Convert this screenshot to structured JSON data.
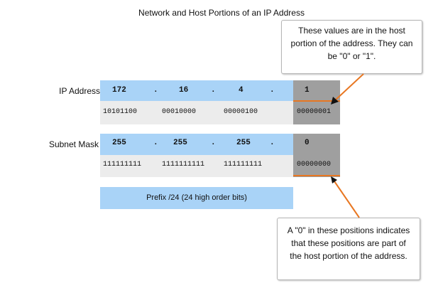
{
  "title": "Network and Host Portions of an IP Address",
  "ip_row": {
    "label": "IP Address",
    "octets": [
      "172",
      "16",
      "4",
      "1"
    ],
    "dots": [
      ".",
      ".",
      "."
    ],
    "binary": [
      "10101100",
      "00010000",
      "00000100",
      "00000001"
    ]
  },
  "mask_row": {
    "label": "Subnet Mask",
    "octets": [
      "255",
      "255",
      "255",
      "0"
    ],
    "dots": [
      ".",
      ".",
      "."
    ],
    "binary": [
      "111111111",
      "1111111111",
      "111111111",
      "00000000"
    ]
  },
  "prefix_label": "Prefix /24 (24 high order bits)",
  "callout_top": {
    "lines": [
      "These values are in the host",
      "portion of the address. They can",
      "be \"0\" or \"1\"."
    ]
  },
  "callout_bottom": {
    "lines": [
      "A \"0\" in these positions indicates",
      "that these positions are part of",
      "the host portion of the address."
    ]
  },
  "colors": {
    "network_band": "#a9d3f7",
    "binary_band": "#ececec",
    "host_portion": "#9f9f9f",
    "accent_line": "#e87722"
  }
}
